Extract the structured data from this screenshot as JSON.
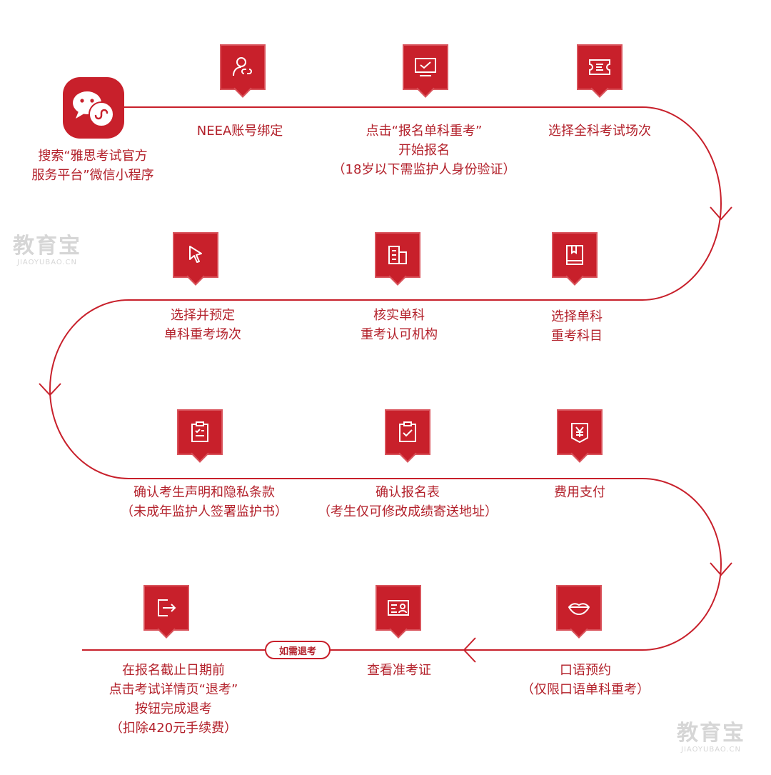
{
  "theme": {
    "accent": "#c8202b",
    "text": "#b3212b",
    "watermark": "#d6d6d6"
  },
  "start": {
    "icon": "wechat-mini-program-icon",
    "lines": [
      "搜索“雅思考试官方",
      "服务平台”微信小程序"
    ]
  },
  "steps": [
    {
      "icon": "user-link-icon",
      "lines": [
        "NEEA账号绑定"
      ]
    },
    {
      "icon": "monitor-check-icon",
      "lines": [
        "点击“报名单科重考”",
        "开始报名",
        "（18岁以下需监护人身份验证）"
      ]
    },
    {
      "icon": "ticket-icon",
      "lines": [
        "选择全科考试场次"
      ]
    },
    {
      "icon": "book-icon",
      "lines": [
        "选择单科",
        "重考科目"
      ]
    },
    {
      "icon": "building-icon",
      "lines": [
        "核实单科",
        "重考认可机构"
      ]
    },
    {
      "icon": "cursor-icon",
      "lines": [
        "选择并预定",
        "单科重考场次"
      ]
    },
    {
      "icon": "clipboard-list-icon",
      "lines": [
        "确认考生声明和隐私条款",
        "（未成年监护人签署监护书）"
      ]
    },
    {
      "icon": "clipboard-check-icon",
      "lines": [
        "确认报名表",
        "（考生仅可修改成绩寄送地址）"
      ]
    },
    {
      "icon": "yuan-payment-icon",
      "lines": [
        "费用支付"
      ]
    },
    {
      "icon": "lips-icon",
      "lines": [
        "口语预约",
        "（仅限口语单科重考）"
      ]
    },
    {
      "icon": "id-card-icon",
      "lines": [
        "查看准考证"
      ]
    },
    {
      "icon": "exit-icon",
      "lines": [
        "在报名截止日期前",
        "点击考试详情页“退考”",
        "按钮完成退考",
        "（扣除420元手续费）"
      ]
    }
  ],
  "refund_badge": "如需退考",
  "watermarks": [
    {
      "big": "教育宝",
      "small": "JIAOYUBAO.CN"
    },
    {
      "big": "教育宝",
      "small": "JIAOYUBAO.CN"
    }
  ]
}
